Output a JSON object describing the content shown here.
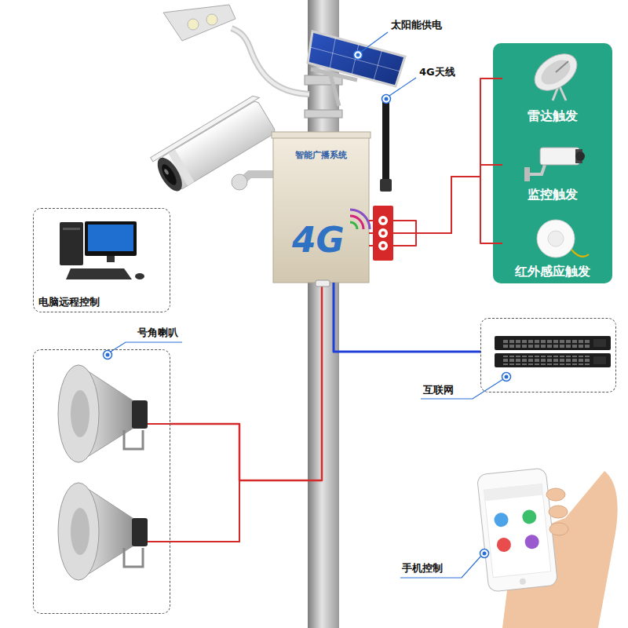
{
  "diagram": {
    "nodes": [
      {
        "text": [
          "智能广播系统",
          "4G"
        ]
      },
      {
        "text": [
          "雷达触发"
        ]
      },
      {
        "text": [
          "监控触发"
        ]
      },
      {
        "text": [
          "红外感应触发"
        ]
      },
      {
        "text": [
          "电脑远程控制"
        ]
      },
      {
        "text": [
          "号角喇叭"
        ]
      },
      {
        "text": [
          "互联网"
        ]
      }
    ],
    "edges": [
      {
        "from": 0,
        "to": 1,
        "arrow": "none"
      },
      {
        "from": 0,
        "to": 2,
        "arrow": "none"
      },
      {
        "from": 0,
        "to": 3,
        "arrow": "none"
      },
      {
        "from": 0,
        "to": 5,
        "arrow": "none"
      },
      {
        "from": 0,
        "to": 6,
        "arrow": "none"
      }
    ],
    "labels": [
      "太阳能供电",
      "4G天线",
      "手机控制"
    ]
  }
}
